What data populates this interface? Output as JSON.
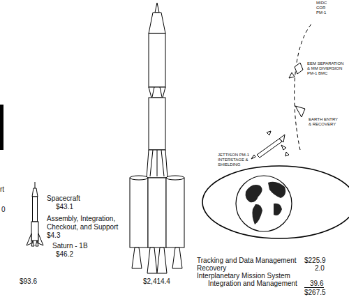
{
  "diagram": {
    "labels": [
      "MIDC",
      "COR",
      "PM-1",
      "EEM SEPARATION",
      "& MM DIVERSION",
      "PM-1 BMC",
      "EARTH ENTRY",
      "& RECOVERY",
      "JETTISON PM-1",
      "INTERSTAGE &",
      "SHIELDING",
      "rt",
      "0",
      "Spacecraft",
      "$43.1",
      "Assembly, Integration,",
      "Checkout, and Support",
      "$4.3",
      "Saturn - 1B",
      "$46.2",
      "$93.6",
      "$2,414.4",
      "Tracking and Data Management",
      "$225.9",
      "Recovery",
      "2.0",
      "Interplanetary Mission System",
      "Integration and Management",
      "39.6",
      "$267.5"
    ]
  }
}
